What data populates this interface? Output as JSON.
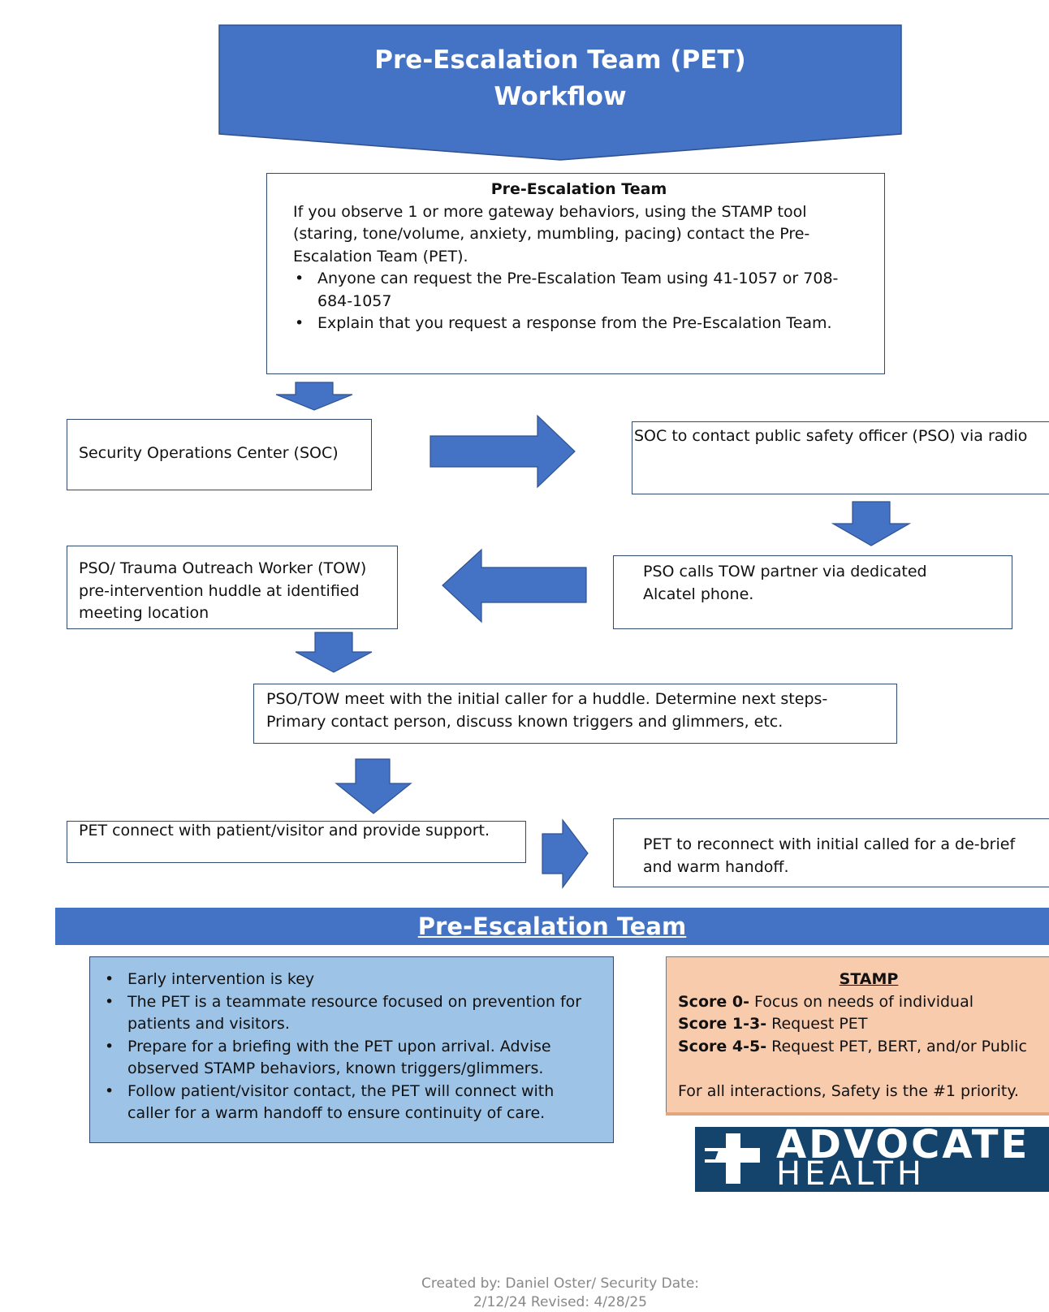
{
  "header": {
    "title_line1": "Pre-Escalation Team (PET)",
    "title_line2": "Workflow"
  },
  "intro_box": {
    "title": "Pre-Escalation Team",
    "text": "If you observe 1 or more gateway behaviors, using the STAMP tool (staring, tone/volume, anxiety, mumbling, pacing) contact the Pre-Escalation Team (PET).",
    "bullets": [
      "Anyone can request the Pre-Escalation Team using 41-1057 or 708-684-1057",
      "Explain that you request a response from the Pre-Escalation Team."
    ]
  },
  "steps": {
    "soc": "Security Operations Center (SOC)",
    "soc_contact": "SOC to contact public safety officer (PSO) via radio",
    "pso_calls": "PSO calls TOW partner via dedicated Alcatel phone.",
    "huddle": "PSO/ Trauma Outreach Worker (TOW) pre-intervention huddle at identified meeting location",
    "meet_caller": "PSO/TOW meet with the initial caller for a huddle.  Determine next steps- Primary contact person, discuss known triggers and glimmers, etc.",
    "pet_connect": "PET connect with patient/visitor and provide support.",
    "pet_reconnect": "PET to reconnect with initial called for a de-brief and warm handoff."
  },
  "section_banner": "Pre-Escalation Team",
  "info_bullets": [
    "Early intervention is key",
    "The PET is a teammate resource focused on prevention for patients and visitors.",
    "Prepare for a briefing with the PET upon arrival.  Advise observed STAMP behaviors, known triggers/glimmers.",
    "Follow patient/visitor contact, the PET will connect with caller for a warm handoff to ensure continuity of care."
  ],
  "stamp": {
    "title": "STAMP",
    "rows": [
      {
        "label": "Score 0-",
        "text": " Focus on needs of individual"
      },
      {
        "label": "Score 1-3-",
        "text": " Request PET"
      },
      {
        "label": "Score 4-5-",
        "text": " Request PET, BERT, and/or Public"
      }
    ],
    "note": "For all interactions, Safety is the #1 priority."
  },
  "logo": {
    "line1": "ADVOCATE",
    "line2": "HEALTH"
  },
  "footer": {
    "line1": "Created by: Daniel Oster/ Security  Date:",
    "line2": "2/12/24    Revised: 4/28/25"
  },
  "colors": {
    "accent_blue": "#4472c4",
    "light_blue": "#9dc3e6",
    "stamp_peach": "#f8cbad",
    "logo_navy": "#14436b"
  }
}
